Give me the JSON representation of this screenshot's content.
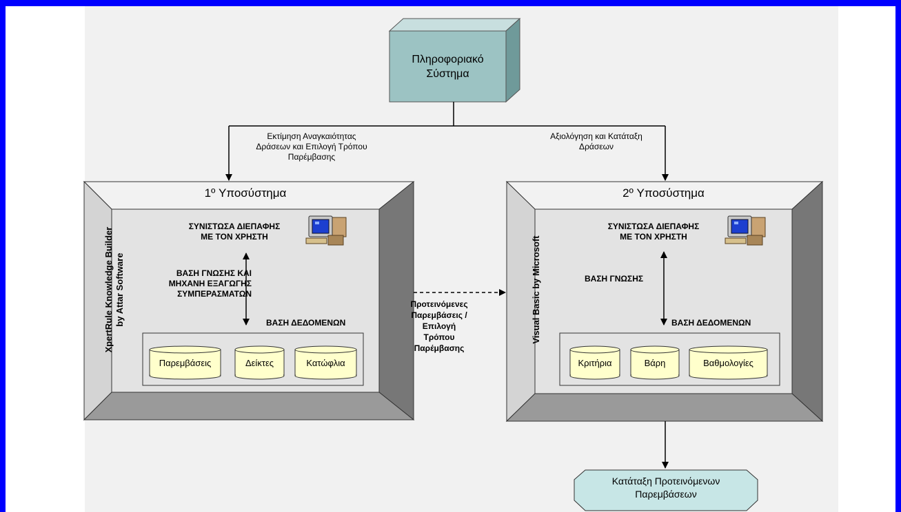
{
  "info_system": {
    "line1": "Πληροφοριακό",
    "line2": "Σύστημα"
  },
  "arrow_left_label": {
    "line1": "Εκτίμηση Αναγκαιότητας",
    "line2": "Δράσεων και Επιλογή Τρόπου",
    "line3": "Παρέμβασης"
  },
  "arrow_right_label": {
    "line1": "Αξιολόγηση και Κατάταξη",
    "line2": "Δράσεων"
  },
  "subsystem1": {
    "title": "1º Υποσύστημα",
    "vertical_label": {
      "line1": "XpertRule Knowledge Builder",
      "line2": "by Attar Software"
    },
    "interface": {
      "line1": "ΣΥΝΙΣΤΩΣΑ ΔΙΕΠΑΦΗΣ",
      "line2": "ΜΕ ΤΟΝ ΧΡΗΣΤΗ"
    },
    "knowledge": {
      "line1": "ΒΑΣΗ ΓΝΩΣΗΣ ΚΑΙ",
      "line2": "ΜΗΧΑΝΗ ΕΞΑΓΩΓΗΣ",
      "line3": "ΣΥΜΠΕΡΑΣΜΑΤΩΝ"
    },
    "database": "ΒΑΣΗ ΔΕΔΟΜΕΝΩΝ",
    "cylinders": [
      "Παρεμβάσεις",
      "Δείκτες",
      "Κατώφλια"
    ]
  },
  "subsystem2": {
    "title": "2º Υποσύστημα",
    "vertical_label": "Visual Basic by Microsoft",
    "interface": {
      "line1": "ΣΥΝΙΣΤΩΣΑ ΔΙΕΠΑΦΗΣ",
      "line2": "ΜΕ ΤΟΝ ΧΡΗΣΤΗ"
    },
    "knowledge": "ΒΑΣΗ ΓΝΩΣΗΣ",
    "database": "ΒΑΣΗ ΔΕΔΟΜΕΝΩΝ",
    "cylinders": [
      "Κριτήρια",
      "Βάρη",
      "Βαθμολογίες"
    ]
  },
  "middle_label": {
    "line1": "Προτεινόμενες",
    "line2": "Παρεμβάσεις /",
    "line3": "Επιλογή",
    "line4": "Τρόπου",
    "line5": "Παρέμβασης"
  },
  "output": {
    "line1": "Κατάταξη Προτεινόμενων",
    "line2": "Παρεμβάσεων"
  },
  "colors": {
    "frame": "#0000ff",
    "box_face": "#9cc3c3",
    "cylinder_fill": "#ffffcc",
    "output_fill": "#c7e6e6"
  }
}
